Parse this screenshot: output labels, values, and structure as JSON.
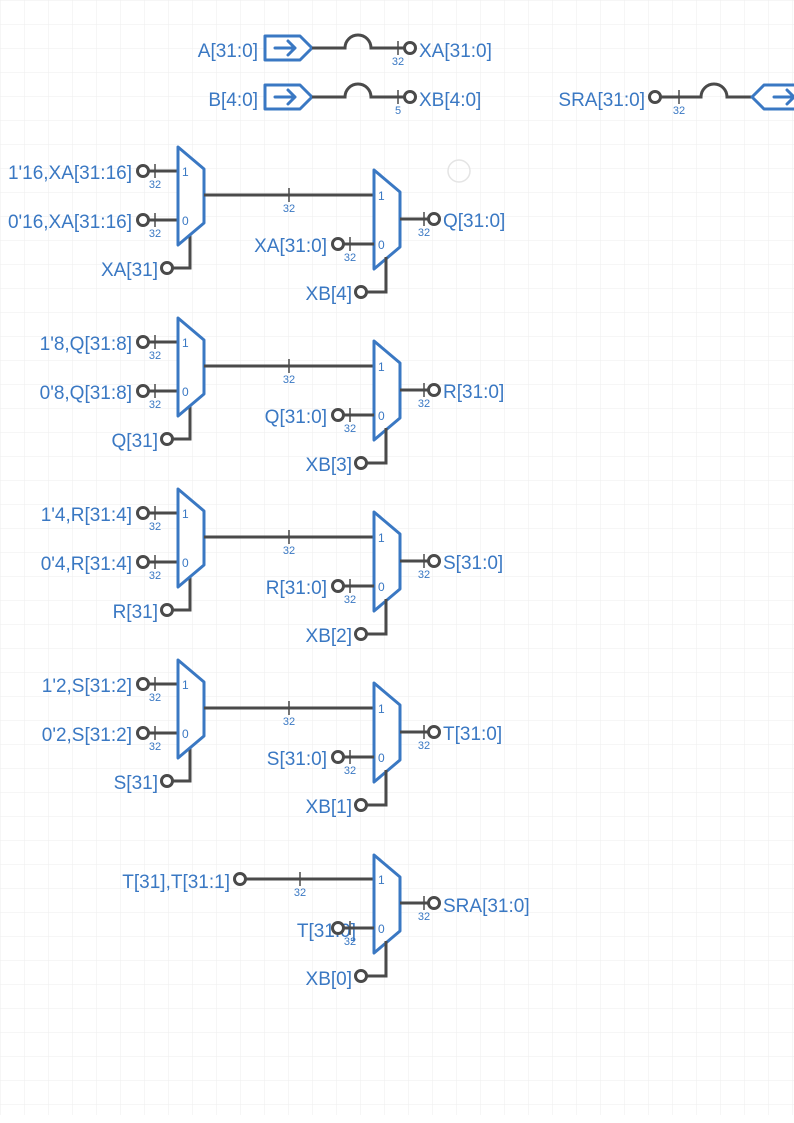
{
  "header": {
    "input_a": {
      "label": "A[31:0]",
      "tunnel": "XA[31:0]",
      "width": "32"
    },
    "input_b": {
      "label": "B[4:0]",
      "tunnel": "XB[4:0]",
      "width": "5"
    },
    "output": {
      "tunnel": "SRA[31:0]",
      "width": "32"
    }
  },
  "stages": [
    {
      "in1": "1'16,XA[31:16]",
      "in0": "0'16,XA[31:16]",
      "sel1": "XA[31]",
      "mid_width": "32",
      "in_w1": "32",
      "in_w0": "32",
      "pass": "XA[31:0]",
      "pass_w": "32",
      "sel2": "XB[4]",
      "out": "Q[31:0]",
      "out_w": "32"
    },
    {
      "in1": "1'8,Q[31:8]",
      "in0": "0'8,Q[31:8]",
      "sel1": "Q[31]",
      "mid_width": "32",
      "in_w1": "32",
      "in_w0": "32",
      "pass": "Q[31:0]",
      "pass_w": "32",
      "sel2": "XB[3]",
      "out": "R[31:0]",
      "out_w": "32"
    },
    {
      "in1": "1'4,R[31:4]",
      "in0": "0'4,R[31:4]",
      "sel1": "R[31]",
      "mid_width": "32",
      "in_w1": "32",
      "in_w0": "32",
      "pass": "R[31:0]",
      "pass_w": "32",
      "sel2": "XB[2]",
      "out": "S[31:0]",
      "out_w": "32"
    },
    {
      "in1": "1'2,S[31:2]",
      "in0": "0'2,S[31:2]",
      "sel1": "S[31]",
      "mid_width": "32",
      "in_w1": "32",
      "in_w0": "32",
      "pass": "S[31:0]",
      "pass_w": "32",
      "sel2": "XB[1]",
      "out": "T[31:0]",
      "out_w": "32"
    }
  ],
  "final_stage": {
    "in1": "T[31],T[31:1]",
    "in1_w": "32",
    "pass": "T[31:0]",
    "pass_w": "32",
    "sel": "XB[0]",
    "out": "SRA[31:0]",
    "out_w": "32"
  },
  "mux_inputs": {
    "one": "1",
    "zero": "0"
  },
  "colors": {
    "accent": "#3a78c3",
    "wire": "#4a4a4a",
    "grid": "#eeeeee"
  }
}
